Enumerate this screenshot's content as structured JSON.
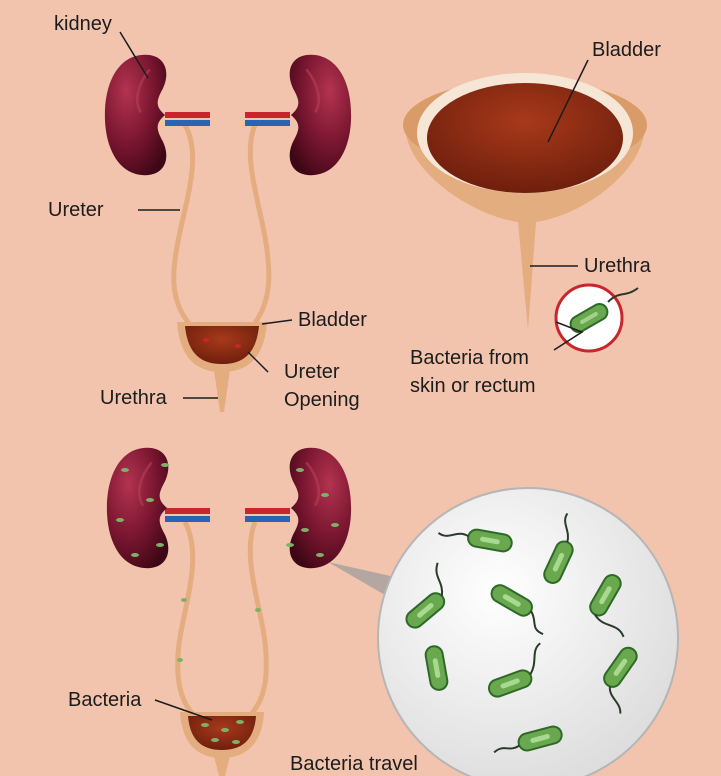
{
  "colors": {
    "background": "#f2c4ae",
    "kidney": "#7a1630",
    "tube": "#e3ad7f",
    "bladder_fill": "#8c3018",
    "bacteria": "#6aa84f",
    "circle_outline": "#c8262c"
  },
  "labels": {
    "kidney": "kidney",
    "ureter": "Ureter",
    "bladder_small": "Bladder",
    "ureter_opening_1": "Ureter",
    "ureter_opening_2": "Opening",
    "urethra_left": "Urethra",
    "bladder_large": "Bladder",
    "urethra_right": "Urethra",
    "bacteria_source_1": "Bacteria from",
    "bacteria_source_2": "skin or rectum",
    "bacteria": "Bacteria",
    "bacteria_travel": "Bacteria travel"
  }
}
